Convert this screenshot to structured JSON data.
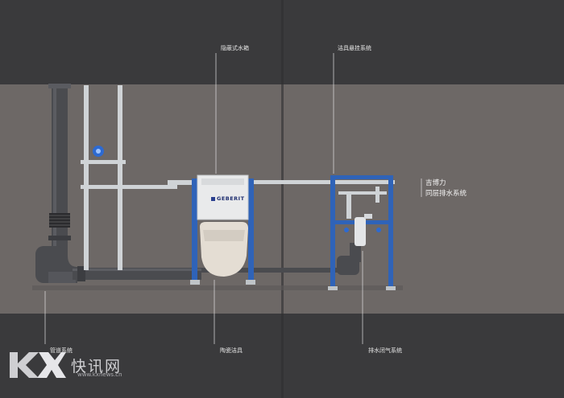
{
  "labels": {
    "cistern": "隐蔽式水箱",
    "frame": "洁具悬挂系统",
    "pipes": "管道系统",
    "ceramic": "陶瓷洁具",
    "drain": "排水闭气系统"
  },
  "headline": {
    "line1": "吉博力",
    "line2": "同层排水系统"
  },
  "brand": {
    "logo": "GEBERIT"
  },
  "watermark": {
    "site": "快讯网",
    "url": "www.kxnews.cn"
  },
  "colors": {
    "wall": "#6d6866",
    "band": "#3a3a3c",
    "frame_blue": "#2f63b8",
    "pipe_dark": "#4a4b4f",
    "pipe_light": "#cfd3d6"
  }
}
